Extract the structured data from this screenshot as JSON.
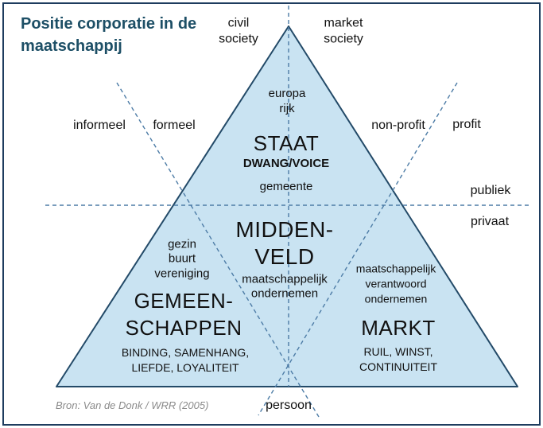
{
  "header": {
    "title": "Positie corporatie in de\nmaatschappij"
  },
  "outer_labels": {
    "civil_society": "civil\nsociety",
    "market_society": "market\nsociety",
    "informeel": "informeel",
    "formeel": "formeel",
    "non_profit": "non-profit",
    "profit": "profit",
    "publiek": "publiek",
    "privaat": "privaat",
    "persoon": "persoon"
  },
  "triangle": {
    "staat": {
      "sub_top": "europa\nrijk",
      "name": "STAAT",
      "values": "DWANG/VOICE",
      "sub_bottom": "gemeente"
    },
    "middenveld": {
      "name": "MIDDEN-\nVELD",
      "sub": "maatschappelijk\nondernemen"
    },
    "gemeenschappen": {
      "sub_top": "gezin\nbuurt\nvereniging",
      "name": "GEMEEN-\nSCHAPPEN",
      "values": "BINDING, SAMENHANG,\nLIEFDE, LOYALITEIT"
    },
    "markt": {
      "sub_top": "maatschappelijk\nverantwoord\nondernemen",
      "name": "MARKT",
      "values": "RUIL, WINST,\nCONTINUITEIT"
    }
  },
  "source": "Bron: Van de Donk / WRR (2005)",
  "colors": {
    "frame_border": "#1e3c5e",
    "title_text": "#1d4f66",
    "triangle_fill": "#c9e3f2",
    "triangle_stroke": "#234a68",
    "dashed_line": "#4d7ca6",
    "label_text": "#111111",
    "source_text": "#8b8b8b"
  }
}
